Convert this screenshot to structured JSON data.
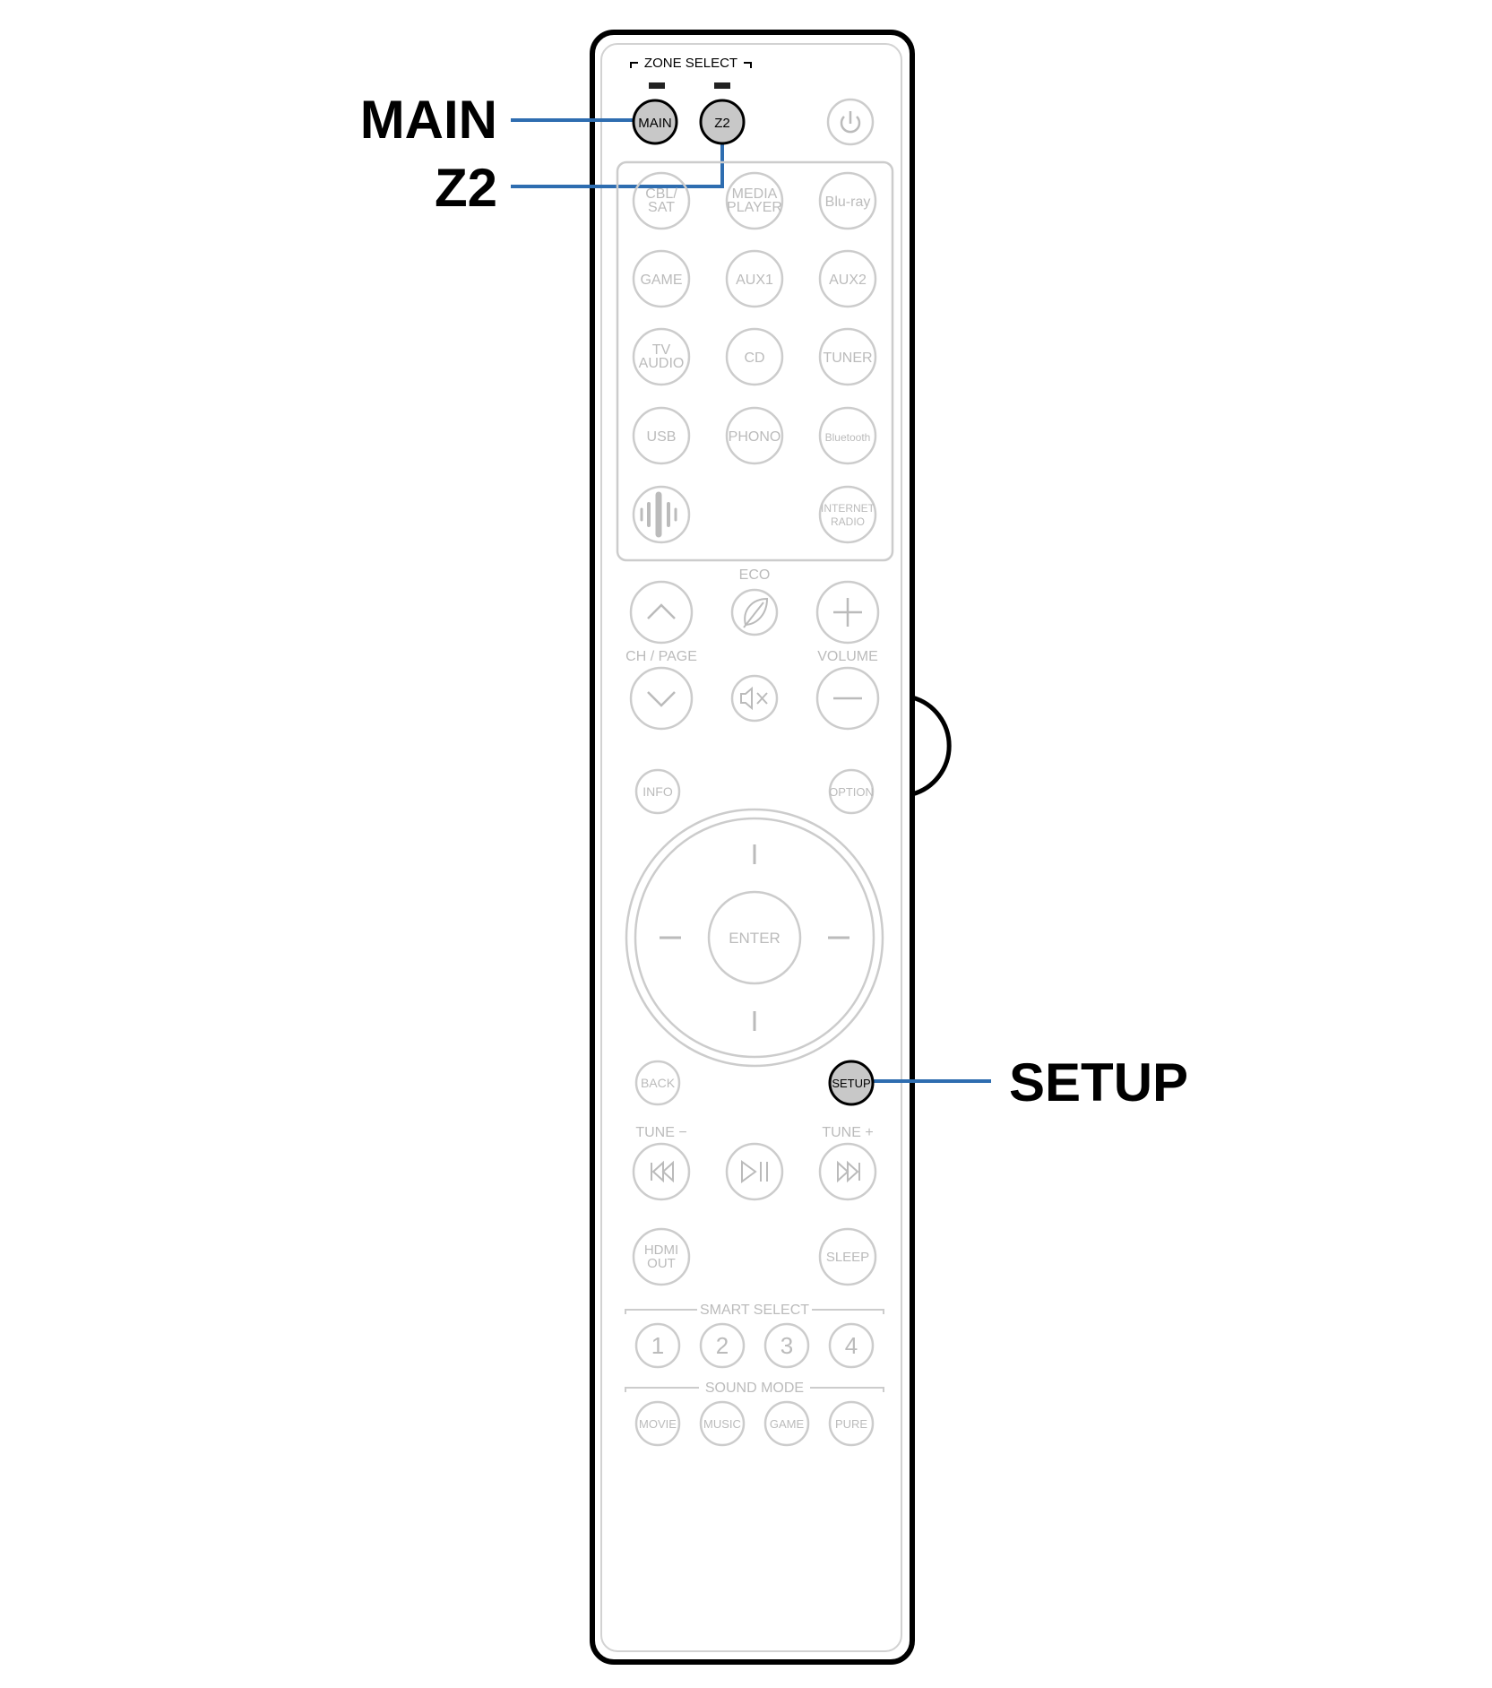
{
  "callouts": {
    "main": "MAIN",
    "z2": "Z2",
    "setup": "SETUP"
  },
  "remote": {
    "zone_select": "ZONE SELECT",
    "zone_main": "MAIN",
    "zone_z2": "Z2",
    "source_buttons": [
      [
        "CBL/",
        "SAT"
      ],
      [
        "MEDIA",
        "PLAYER"
      ],
      [
        "Blu-ray"
      ],
      [
        "GAME"
      ],
      [
        "AUX1"
      ],
      [
        "AUX2"
      ],
      [
        "TV",
        "AUDIO"
      ],
      [
        "CD"
      ],
      [
        "TUNER"
      ],
      [
        "USB"
      ],
      [
        "PHONO"
      ],
      [
        "Bluetooth"
      ],
      [
        "INTERNET",
        "RADIO"
      ]
    ],
    "eco": "ECO",
    "ch_page": "CH / PAGE",
    "volume": "VOLUME",
    "info": "INFO",
    "option": "OPTION",
    "enter": "ENTER",
    "back": "BACK",
    "setup": "SETUP",
    "tune_minus": "TUNE −",
    "tune_plus": "TUNE +",
    "hdmi_out": [
      "HDMI",
      "OUT"
    ],
    "sleep": "SLEEP",
    "smart_select": "SMART SELECT",
    "smart_numbers": [
      "1",
      "2",
      "3",
      "4"
    ],
    "sound_mode": "SOUND MODE",
    "sound_modes": [
      "MOVIE",
      "MUSIC",
      "GAME",
      "PURE"
    ]
  },
  "colors": {
    "callout_line": "#2e6db0",
    "remote_outline": "#000000",
    "button_gray": "#c8c8c8",
    "button_line": "#cccccc",
    "label_gray": "#bbbbbb"
  }
}
